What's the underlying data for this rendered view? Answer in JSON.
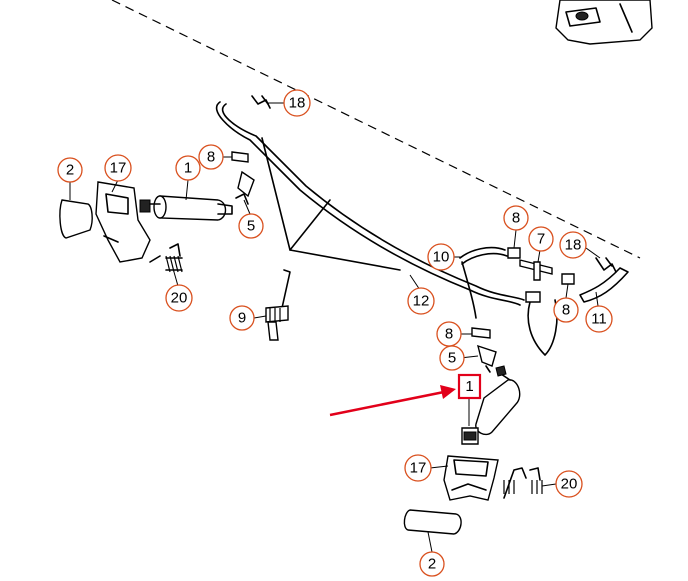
{
  "diagram": {
    "callouts": [
      {
        "id": "c-2a",
        "label": "2"
      },
      {
        "id": "c-17a",
        "label": "17"
      },
      {
        "id": "c-1a",
        "label": "1"
      },
      {
        "id": "c-8a",
        "label": "8"
      },
      {
        "id": "c-5a",
        "label": "5"
      },
      {
        "id": "c-18a",
        "label": "18"
      },
      {
        "id": "c-20a",
        "label": "20"
      },
      {
        "id": "c-9",
        "label": "9"
      },
      {
        "id": "c-10",
        "label": "10"
      },
      {
        "id": "c-12",
        "label": "12"
      },
      {
        "id": "c-8b",
        "label": "8"
      },
      {
        "id": "c-7",
        "label": "7"
      },
      {
        "id": "c-18b",
        "label": "18"
      },
      {
        "id": "c-8c",
        "label": "8"
      },
      {
        "id": "c-11",
        "label": "11"
      },
      {
        "id": "c-8d",
        "label": "8"
      },
      {
        "id": "c-5b",
        "label": "5"
      },
      {
        "id": "c-1b",
        "label": "1"
      },
      {
        "id": "c-17b",
        "label": "17"
      },
      {
        "id": "c-20b",
        "label": "20"
      },
      {
        "id": "c-2b",
        "label": "2"
      }
    ],
    "highlighted_part": "1",
    "colors": {
      "callout_ring": "#d9501e",
      "highlight": "#e2001a",
      "line": "#000000"
    }
  }
}
